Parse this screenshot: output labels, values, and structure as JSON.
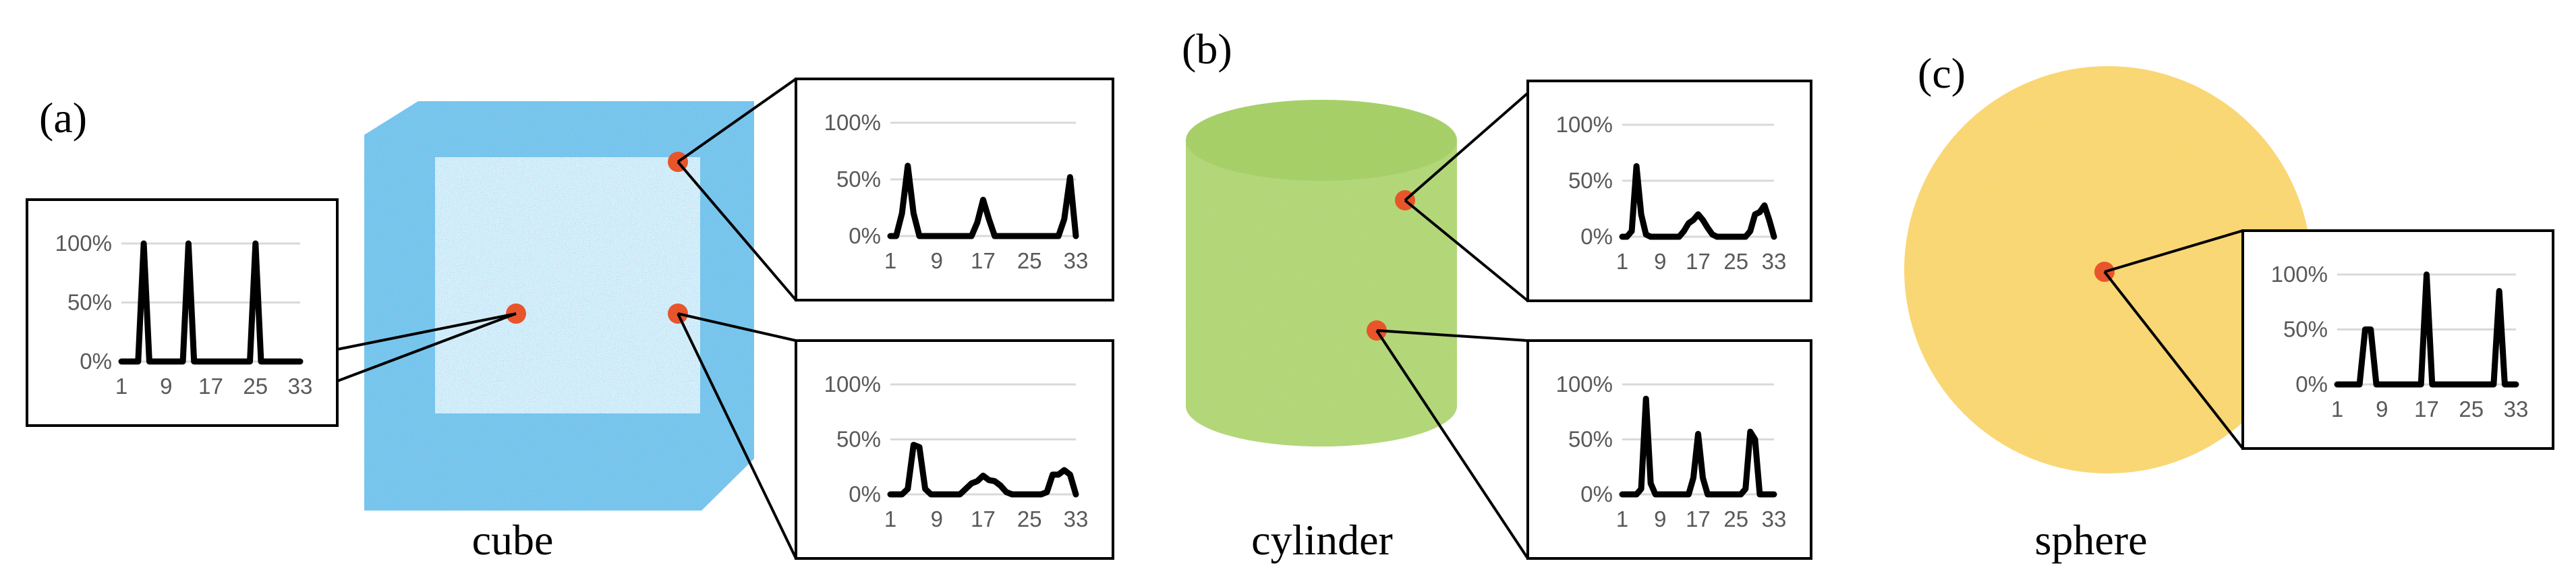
{
  "panels": [
    {
      "id": "a",
      "label": "(a)",
      "shape_name": "cube",
      "point_color": "#1e90d8",
      "marker_color": "#e8552b"
    },
    {
      "id": "b",
      "label": "(b)",
      "shape_name": "cylinder",
      "point_color": "#77b52a",
      "marker_color": "#e8552b"
    },
    {
      "id": "c",
      "label": "(c)",
      "shape_name": "sphere",
      "point_color": "#f2b11f",
      "marker_color": "#e8552b"
    }
  ],
  "chart_data": [
    {
      "type": "line",
      "panel": "a",
      "title": "",
      "xlabel": "",
      "ylabel": "",
      "x_ticks": [
        "1",
        "9",
        "17",
        "25",
        "33"
      ],
      "y_ticks": [
        "0%",
        "50%",
        "100%"
      ],
      "xlim": [
        1,
        33
      ],
      "ylim": [
        0,
        100
      ],
      "x": [
        1,
        2,
        3,
        4,
        5,
        6,
        7,
        8,
        9,
        10,
        11,
        12,
        13,
        14,
        15,
        16,
        17,
        18,
        19,
        20,
        21,
        22,
        23,
        24,
        25,
        26,
        27,
        28,
        29,
        30,
        31,
        32,
        33
      ],
      "series": [
        {
          "values": [
            0,
            0,
            0,
            0,
            100,
            0,
            0,
            0,
            0,
            0,
            0,
            0,
            100,
            0,
            0,
            0,
            0,
            0,
            0,
            0,
            0,
            0,
            0,
            0,
            100,
            0,
            0,
            0,
            0,
            0,
            0,
            0,
            0
          ]
        }
      ]
    },
    {
      "type": "line",
      "panel": "a",
      "title": "",
      "xlabel": "",
      "ylabel": "",
      "x_ticks": [
        "1",
        "9",
        "17",
        "25",
        "33"
      ],
      "y_ticks": [
        "0%",
        "50%",
        "100%"
      ],
      "xlim": [
        1,
        33
      ],
      "ylim": [
        0,
        100
      ],
      "x": [
        1,
        2,
        3,
        4,
        5,
        6,
        7,
        8,
        9,
        10,
        11,
        12,
        13,
        14,
        15,
        16,
        17,
        18,
        19,
        20,
        21,
        22,
        23,
        24,
        25,
        26,
        27,
        28,
        29,
        30,
        31,
        32,
        33
      ],
      "series": [
        {
          "values": [
            0,
            0,
            20,
            62,
            20,
            0,
            0,
            0,
            0,
            0,
            0,
            0,
            0,
            0,
            0,
            12,
            32,
            15,
            0,
            0,
            0,
            0,
            0,
            0,
            0,
            0,
            0,
            0,
            0,
            0,
            15,
            52,
            0
          ]
        }
      ]
    },
    {
      "type": "line",
      "panel": "a",
      "title": "",
      "xlabel": "",
      "ylabel": "",
      "x_ticks": [
        "1",
        "9",
        "17",
        "25",
        "33"
      ],
      "y_ticks": [
        "0%",
        "50%",
        "100%"
      ],
      "xlim": [
        1,
        33
      ],
      "ylim": [
        0,
        100
      ],
      "x": [
        1,
        2,
        3,
        4,
        5,
        6,
        7,
        8,
        9,
        10,
        11,
        12,
        13,
        14,
        15,
        16,
        17,
        18,
        19,
        20,
        21,
        22,
        23,
        24,
        25,
        26,
        27,
        28,
        29,
        30,
        31,
        32,
        33
      ],
      "series": [
        {
          "values": [
            0,
            0,
            0,
            5,
            45,
            43,
            5,
            0,
            0,
            0,
            0,
            0,
            0,
            5,
            10,
            12,
            17,
            13,
            12,
            8,
            2,
            0,
            0,
            0,
            0,
            0,
            0,
            2,
            18,
            18,
            22,
            18,
            0
          ]
        }
      ]
    },
    {
      "type": "line",
      "panel": "b",
      "title": "",
      "xlabel": "",
      "ylabel": "",
      "x_ticks": [
        "1",
        "9",
        "17",
        "25",
        "33"
      ],
      "y_ticks": [
        "0%",
        "50%",
        "100%"
      ],
      "xlim": [
        1,
        33
      ],
      "ylim": [
        0,
        100
      ],
      "x": [
        1,
        2,
        3,
        4,
        5,
        6,
        7,
        8,
        9,
        10,
        11,
        12,
        13,
        14,
        15,
        16,
        17,
        18,
        19,
        20,
        21,
        22,
        23,
        24,
        25,
        26,
        27,
        28,
        29,
        30,
        31,
        32,
        33
      ],
      "series": [
        {
          "values": [
            0,
            0,
            5,
            63,
            20,
            2,
            0,
            0,
            0,
            0,
            0,
            0,
            0,
            5,
            12,
            15,
            20,
            15,
            8,
            2,
            0,
            0,
            0,
            0,
            0,
            0,
            0,
            5,
            20,
            22,
            28,
            15,
            0
          ]
        }
      ]
    },
    {
      "type": "line",
      "panel": "b",
      "title": "",
      "xlabel": "",
      "ylabel": "",
      "x_ticks": [
        "1",
        "9",
        "17",
        "25",
        "33"
      ],
      "y_ticks": [
        "0%",
        "50%",
        "100%"
      ],
      "xlim": [
        1,
        33
      ],
      "ylim": [
        0,
        100
      ],
      "x": [
        1,
        2,
        3,
        4,
        5,
        6,
        7,
        8,
        9,
        10,
        11,
        12,
        13,
        14,
        15,
        16,
        17,
        18,
        19,
        20,
        21,
        22,
        23,
        24,
        25,
        26,
        27,
        28,
        29,
        30,
        31,
        32,
        33
      ],
      "series": [
        {
          "values": [
            0,
            0,
            0,
            0,
            5,
            87,
            10,
            0,
            0,
            0,
            0,
            0,
            0,
            0,
            0,
            15,
            55,
            15,
            0,
            0,
            0,
            0,
            0,
            0,
            0,
            0,
            5,
            57,
            50,
            0,
            0,
            0,
            0
          ]
        }
      ]
    },
    {
      "type": "line",
      "panel": "c",
      "title": "",
      "xlabel": "",
      "ylabel": "",
      "x_ticks": [
        "1",
        "9",
        "17",
        "25",
        "33"
      ],
      "y_ticks": [
        "0%",
        "50%",
        "100%"
      ],
      "xlim": [
        1,
        33
      ],
      "ylim": [
        0,
        100
      ],
      "x": [
        1,
        2,
        3,
        4,
        5,
        6,
        7,
        8,
        9,
        10,
        11,
        12,
        13,
        14,
        15,
        16,
        17,
        18,
        19,
        20,
        21,
        22,
        23,
        24,
        25,
        26,
        27,
        28,
        29,
        30,
        31,
        32,
        33
      ],
      "series": [
        {
          "values": [
            0,
            0,
            0,
            0,
            0,
            50,
            50,
            0,
            0,
            0,
            0,
            0,
            0,
            0,
            0,
            0,
            100,
            0,
            0,
            0,
            0,
            0,
            0,
            0,
            0,
            0,
            0,
            0,
            0,
            85,
            0,
            0,
            0
          ]
        }
      ]
    }
  ]
}
